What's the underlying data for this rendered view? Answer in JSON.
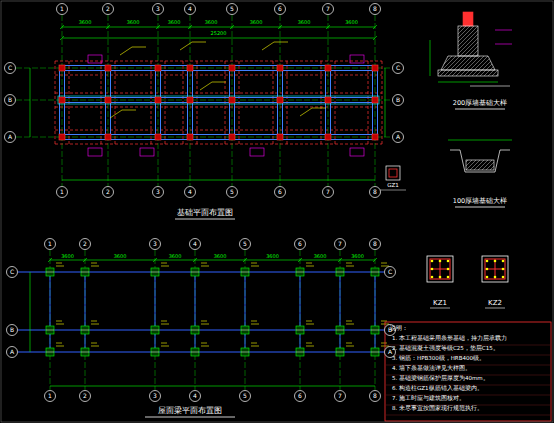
{
  "diagram": {
    "labels": [
      "基础平面布置图",
      "屋面梁平面布置图",
      "200厚墙基础大样",
      "100厚墙基础大样",
      "GZ1",
      "KZ1",
      "KZ2",
      "1",
      "2",
      "3",
      "4",
      "5",
      "6",
      "7",
      "8",
      "1",
      "2",
      "3",
      "4",
      "5",
      "6",
      "7",
      "8",
      "C",
      "B",
      "A",
      "C",
      "B",
      "A",
      "1",
      "2",
      "3",
      "4",
      "5",
      "6",
      "7",
      "8",
      "1",
      "2",
      "3",
      "4",
      "5",
      "6",
      "7",
      "8",
      "C",
      "B",
      "A",
      "C",
      "B",
      "A",
      "3600",
      "3600",
      "3600",
      "3600",
      "3600",
      "3600",
      "3600",
      "25200",
      "3600",
      "3600",
      "3600",
      "3600",
      "3600",
      "3600",
      "3600",
      "说明：",
      "1. 本工程基础采用条形基础，持力层承载力",
      "2. 基础混凝土强度等级C25，垫层C15。",
      "3. 钢筋：HPB300级，HRB400级。",
      "4. 墙下条基做法详见大样图。",
      "5. 基础梁钢筋保护层厚度为40mm。",
      "6. 构造柱GZ1纵筋锚入基础梁内。",
      "7. 施工时应与建筑图核对。",
      "8. 未尽事宜按国家现行规范执行。"
    ]
  }
}
